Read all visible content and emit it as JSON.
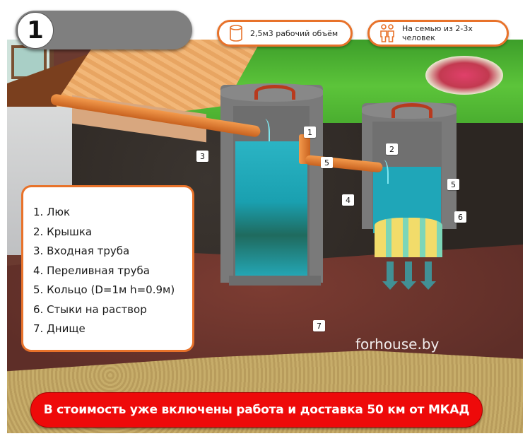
{
  "header": {
    "step_number": "1",
    "title": ""
  },
  "badges": [
    {
      "icon": "cylinder-tank-icon",
      "label": "2,5м3 рабочий объём"
    },
    {
      "icon": "family-people-icon",
      "label": "На семью из 2-3х человек"
    }
  ],
  "legend": {
    "items": [
      "1. Люк",
      "2. Крышка",
      "3. Входная труба",
      "4. Переливная труба",
      "5. Кольцо (D=1м h=0.9м)",
      "6. Стыки на раствор",
      "7. Днище"
    ]
  },
  "callouts": [
    {
      "id": "hatch-1",
      "label": "1"
    },
    {
      "id": "lid-2",
      "label": "2"
    },
    {
      "id": "inlet-pipe-3",
      "label": "3"
    },
    {
      "id": "overflow-pipe-4",
      "label": "4"
    },
    {
      "id": "ring-5a",
      "label": "5"
    },
    {
      "id": "ring-5b",
      "label": "5"
    },
    {
      "id": "joints-6",
      "label": "6"
    },
    {
      "id": "bottom-7",
      "label": "7"
    }
  ],
  "watermark": "forhouse.by",
  "cta": {
    "label": "В стоимость уже включены работа и доставка 50 км от МКАД"
  },
  "colors": {
    "accent_orange": "#e8722a",
    "cta_red": "#ee0a0a",
    "title_pill_gray": "#7f7f7f",
    "water": "#1fa6b8",
    "pipe": "#e07a30"
  }
}
